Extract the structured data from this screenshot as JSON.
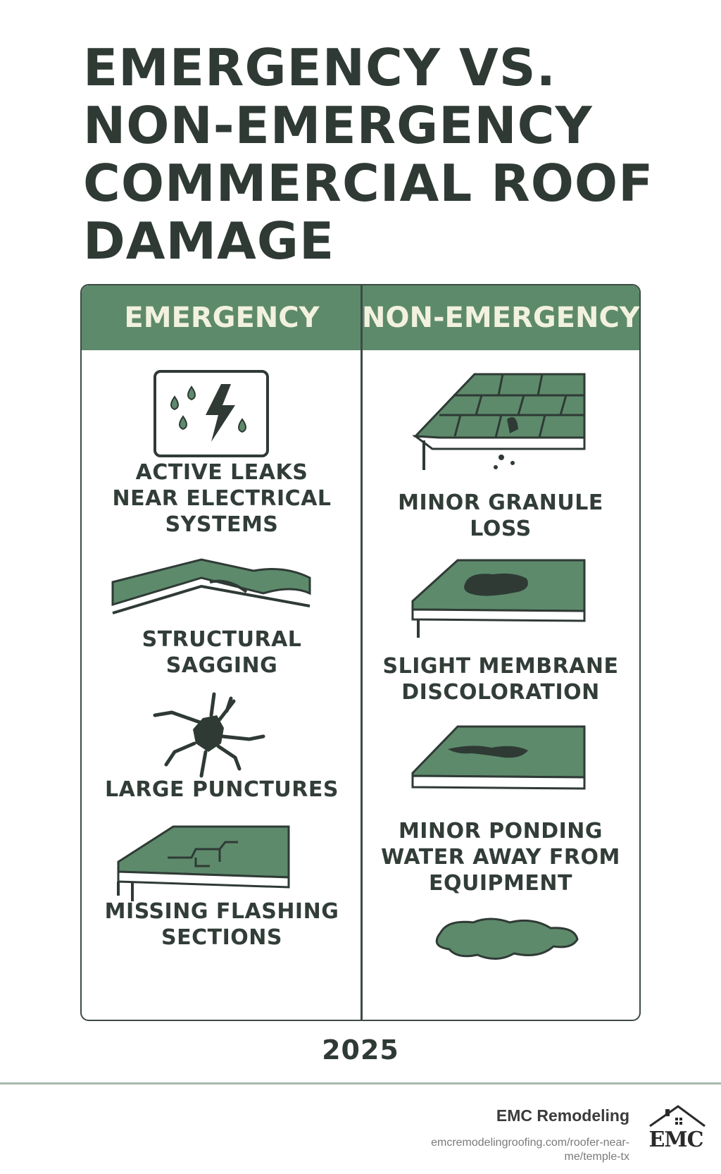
{
  "title": {
    "lines": [
      "EMERGENCY VS.",
      "NON-EMERGENCY",
      "COMMERCIAL ROOF",
      "DAMAGE"
    ]
  },
  "columns": {
    "emergency": {
      "header": "EMERGENCY",
      "items": [
        {
          "label": "ACTIVE LEAKS\nNEAR ELECTRICAL\nSYSTEMS",
          "icon": "leak-electric-icon"
        },
        {
          "label": "STRUCTURAL\nSAGGING",
          "icon": "sagging-roof-icon"
        },
        {
          "label": "LARGE PUNCTURES",
          "icon": "puncture-icon"
        },
        {
          "label": "MISSING FLASHING\nSECTIONS",
          "icon": "missing-flashing-icon"
        }
      ]
    },
    "non_emergency": {
      "header": "NON-EMERGENCY",
      "items": [
        {
          "label": "MINOR GRANULE\nLOSS",
          "icon": "shingle-granule-icon"
        },
        {
          "label": "SLIGHT MEMBRANE\nDISCOLORATION",
          "icon": "membrane-stain-icon"
        },
        {
          "label": "MINOR PONDING\nWATER AWAY FROM\nEQUIPMENT",
          "icon": "ponding-roof-icon"
        }
      ],
      "extra_icon": "water-puddle-icon"
    }
  },
  "year": "2025",
  "footer": {
    "brand": "EMC Remodeling",
    "url": "emcremodelingroofing.com/roofer-near-me/temple-tx",
    "logo_text": "EMC",
    "logo_icon": "house-roof-icon"
  },
  "colors": {
    "green": "#5d8a6b",
    "dark": "#2f3a35",
    "header_text": "#f2f1df"
  }
}
